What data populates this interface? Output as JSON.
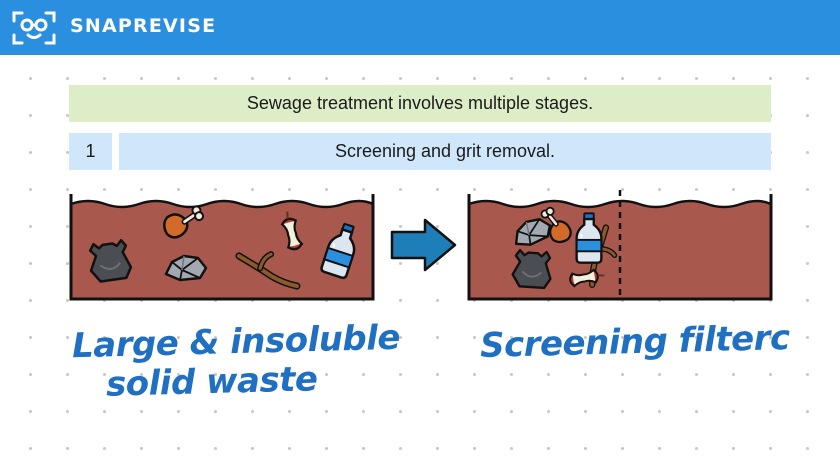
{
  "header": {
    "brand": "SNAPREVISE",
    "logo_icon": "robot-face-icon",
    "bg_color": "#2b8fe0"
  },
  "banner": {
    "text": "Sewage treatment involves multiple stages."
  },
  "step": {
    "number": "1",
    "title": "Screening and grit removal."
  },
  "diagram": {
    "water_color": "#a9584e",
    "arrow_color": "#1e7fb8",
    "left_tank_items": [
      "plastic-bag-icon",
      "chicken-leg-icon",
      "apple-core-icon",
      "plastic-bottle-icon",
      "rock-icon",
      "stick-icon"
    ],
    "right_tank_items": [
      "rock-icon",
      "chicken-leg-icon",
      "plastic-bottle-icon",
      "plastic-bag-icon",
      "apple-core-icon",
      "stick-icon"
    ],
    "screen_marker": "dashed-screen-line"
  },
  "captions": {
    "left_line1": "Large & insoluble",
    "left_line2": "solid waste",
    "right": "Screening filterc"
  }
}
